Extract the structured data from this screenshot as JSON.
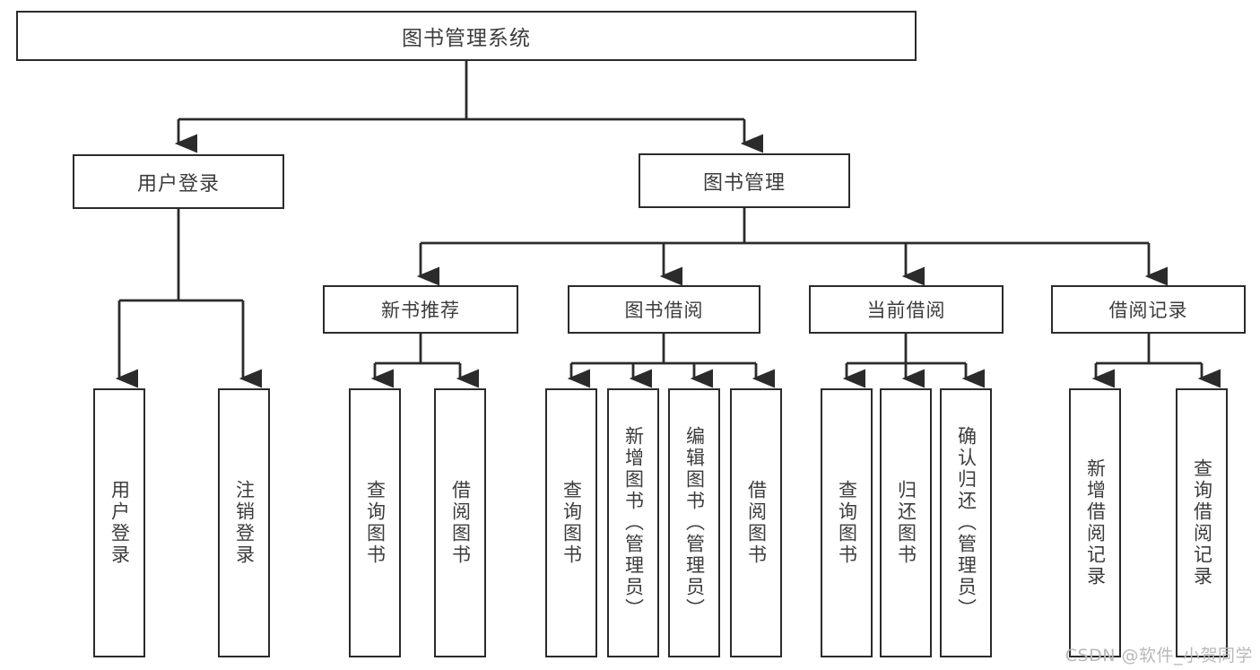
{
  "diagram": {
    "title": "图书管理系统",
    "type": "tree-hierarchy-diagram",
    "colors": {
      "box_border": "#2b2b2b",
      "box_fill": "#ffffff",
      "text": "#3c3c3c",
      "edge": "#2b2b2b",
      "watermark": "#b9b9b9"
    },
    "nodes": {
      "root": {
        "label": "图书管理系统"
      },
      "level1": [
        {
          "label": "用户登录"
        },
        {
          "label": "图书管理"
        }
      ],
      "level2": [
        {
          "label": "新书推荐"
        },
        {
          "label": "图书借阅"
        },
        {
          "label": "当前借阅"
        },
        {
          "label": "借阅记录"
        }
      ],
      "leaves": {
        "user_login": [
          {
            "label": "用户登录"
          },
          {
            "label": "注销登录"
          }
        ],
        "new_book_recommend": [
          {
            "label": "查询图书"
          },
          {
            "label": "借阅图书"
          }
        ],
        "book_borrow": [
          {
            "label": "查询图书"
          },
          {
            "label": "新增图书（管理员）"
          },
          {
            "label": "编辑图书（管理员）"
          },
          {
            "label": "借阅图书"
          }
        ],
        "current_borrow": [
          {
            "label": "查询图书"
          },
          {
            "label": "归还图书"
          },
          {
            "label": "确认归还（管理员）"
          }
        ],
        "borrow_record": [
          {
            "label": "新增借阅记录"
          },
          {
            "label": "查询借阅记录"
          }
        ]
      }
    },
    "watermark": "CSDN @软件_小贺同学"
  }
}
